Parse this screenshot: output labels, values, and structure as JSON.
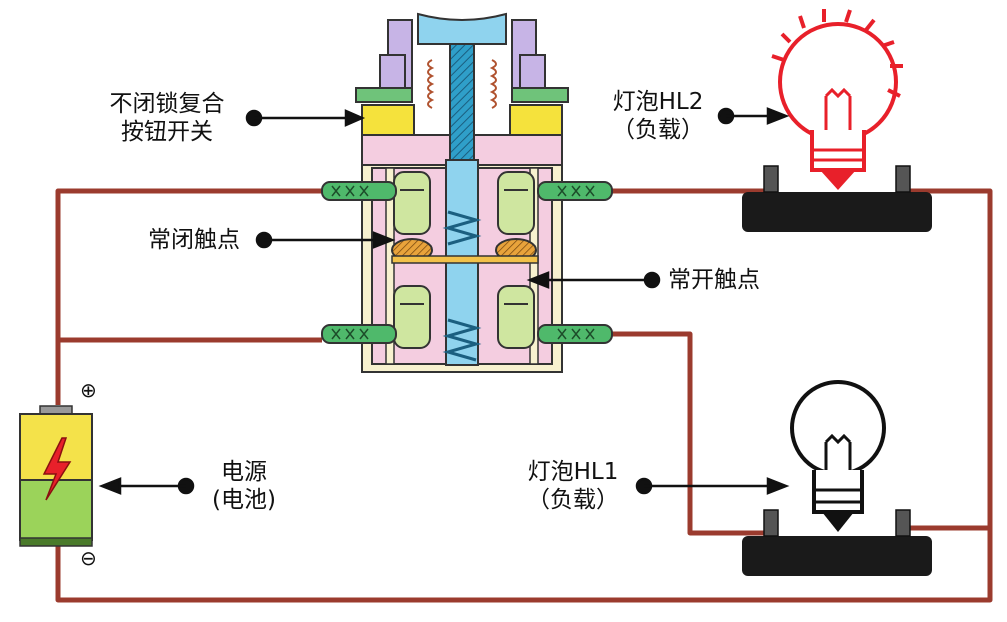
{
  "labels": {
    "switch_line1": "不闭锁复合",
    "switch_line2": "按钮开关",
    "nc_contact": "常闭触点",
    "no_contact": "常开触点",
    "bulb2_name": "灯泡HL2",
    "bulb2_role": "（负载）",
    "bulb1_name": "灯泡HL1",
    "bulb1_role": "（负载）",
    "power_name": "电源",
    "power_role": "(电池)",
    "plus": "⊕",
    "minus": "⊖"
  },
  "colors": {
    "wire": "#9b3b2e",
    "switch_body": "#f4cde0",
    "switch_frame": "#f7f1cf",
    "cap": "#c7b4e6",
    "button": "#8fd3ee",
    "spring": "#2f9fc9",
    "contact": "#cfe6a0",
    "contact_tip": "#e8a33b",
    "bar": "#f2c14a",
    "terminal": "#4fb96b",
    "bulb_lit": "#e8202a",
    "bulb_off": "#111111",
    "battery_top": "#f4e24a",
    "battery_bottom": "#9bd35a",
    "bolt": "#e8202a"
  }
}
